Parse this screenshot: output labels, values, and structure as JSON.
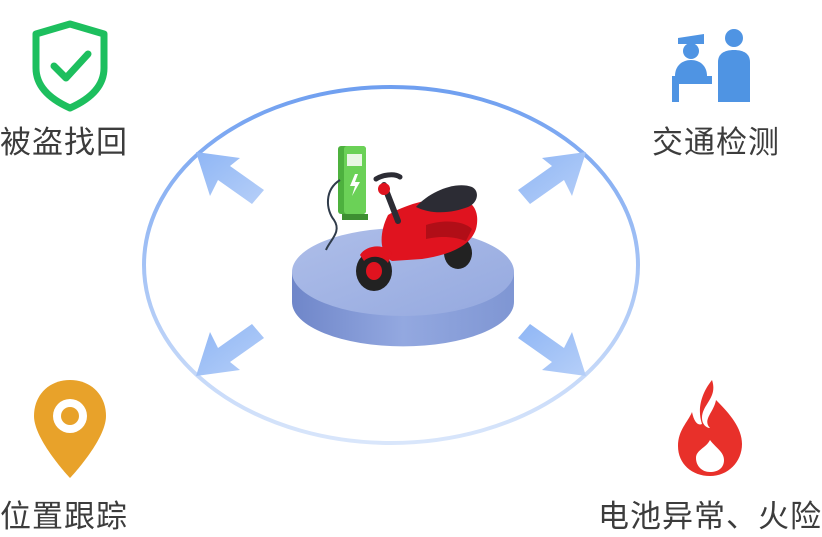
{
  "features": {
    "theft_recovery": {
      "label": "被盗找回",
      "icon": "shield-check-icon",
      "color": "#1dbf5e"
    },
    "traffic_inspection": {
      "label": "交通检测",
      "icon": "police-officer-icon",
      "color": "#4f94e3"
    },
    "location_tracking": {
      "label": "位置跟踪",
      "icon": "map-pin-icon",
      "color": "#e8a22a"
    },
    "battery_fire_alarm": {
      "label": "电池异常、火险",
      "icon": "fire-icon",
      "color": "#e8302a"
    }
  },
  "center": {
    "scooter_color": "#e0131f",
    "charger_color": "#58c44a",
    "platform_color": "#9db1e4",
    "ring_color": "#7ea8f0"
  }
}
